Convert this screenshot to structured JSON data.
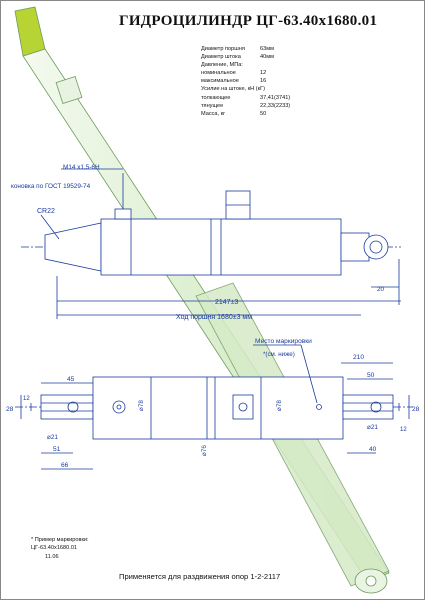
{
  "title": "ГИДРОЦИЛИНДР ЦГ-63.40х1680.01",
  "specs": [
    {
      "label": "Диаметр поршня",
      "value": "63мм"
    },
    {
      "label": "Диаметр штока",
      "value": "40мм"
    },
    {
      "label": "Давление, МПа:",
      "value": ""
    },
    {
      "label": "номинальное",
      "value": "12"
    },
    {
      "label": "максимальное",
      "value": "16"
    },
    {
      "label": "Усилие на штоке, кН (кГ)",
      "value": ""
    },
    {
      "label": "толкающее",
      "value": "37,41(3741)"
    },
    {
      "label": "тянущее",
      "value": "22,33(2233)"
    },
    {
      "label": "Масса, кг",
      "value": "50"
    }
  ],
  "top_view": {
    "thread": "М14 х1,5-6Н",
    "cone": "коновка по ГОСТ 19529-74",
    "radius": "СR22",
    "dim_20": "20",
    "dim_length": "2147±3",
    "stroke": "Ход поршня 1680±3 мм"
  },
  "bottom_view": {
    "marking_place": "Место маркировки",
    "see_below": "*(см. ниже)",
    "dim_210": "210",
    "dim_45": "45",
    "dim_50": "50",
    "dim_28_left": "28",
    "dim_28_right": "28",
    "dim_12_left": "12",
    "dim_12_right": "12",
    "dim_21_left": "⌀21",
    "dim_21_right": "⌀21",
    "dim_51": "51",
    "dim_40": "40",
    "dim_66": "66",
    "dia_78_a": "⌀78",
    "dia_78_b": "⌀78",
    "dia_76": "⌀76"
  },
  "note": {
    "line1": "* Пример маркировки:",
    "line2": "ЦГ-63.40х1680.01",
    "line3": "11.06"
  },
  "footer": "Применяется для раздвижения опор 1-2-2117",
  "colors": {
    "line_blue": "#1a3a9e",
    "rod_green": "#dcefd0",
    "rod_stroke": "#6f9a5e",
    "rod_tip": "#b7d334"
  }
}
